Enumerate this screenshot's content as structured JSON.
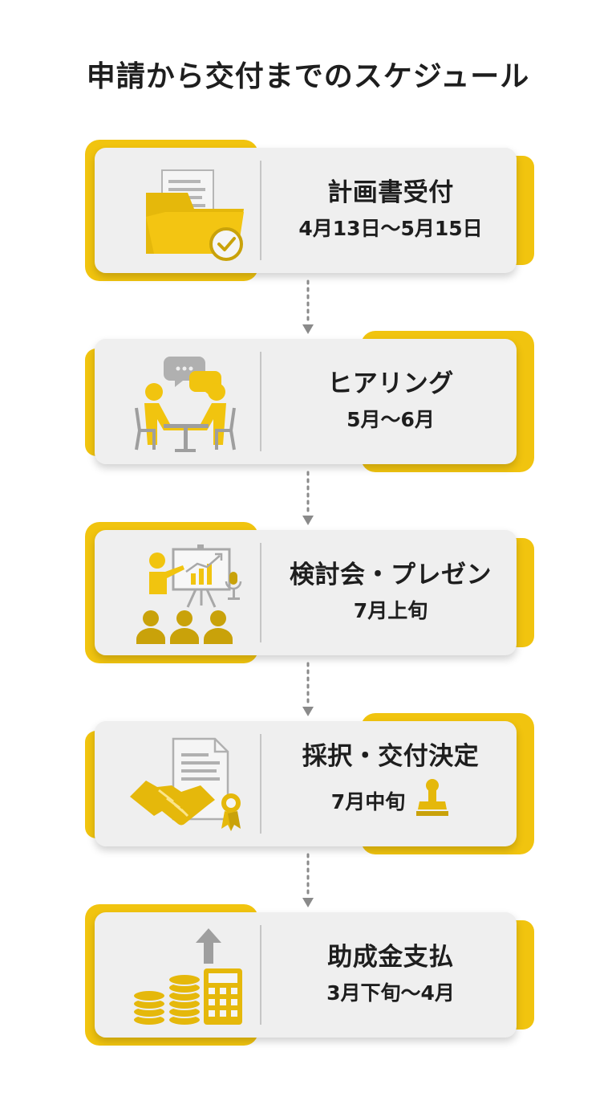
{
  "title": "申請から交付までのスケジュール",
  "colors": {
    "accent": "#f1c40f",
    "card": "#efefef",
    "icon_gray": "#a8a8a8",
    "text": "#1e1e1e"
  },
  "steps": [
    {
      "title": "計画書受付",
      "date": "4月13日～5月15日",
      "icon": "folder-check-icon"
    },
    {
      "title": "ヒアリング",
      "date": "5月～6月",
      "icon": "meeting-icon"
    },
    {
      "title": "検討会・プレゼン",
      "date": "7月上旬",
      "icon": "presentation-icon"
    },
    {
      "title": "採択・交付決定",
      "date": "7月中旬",
      "icon": "handshake-certificate-icon",
      "extra_icon": "stamp-icon"
    },
    {
      "title": "助成金支払",
      "date": "3月下旬～4月",
      "icon": "coins-calculator-icon"
    }
  ]
}
